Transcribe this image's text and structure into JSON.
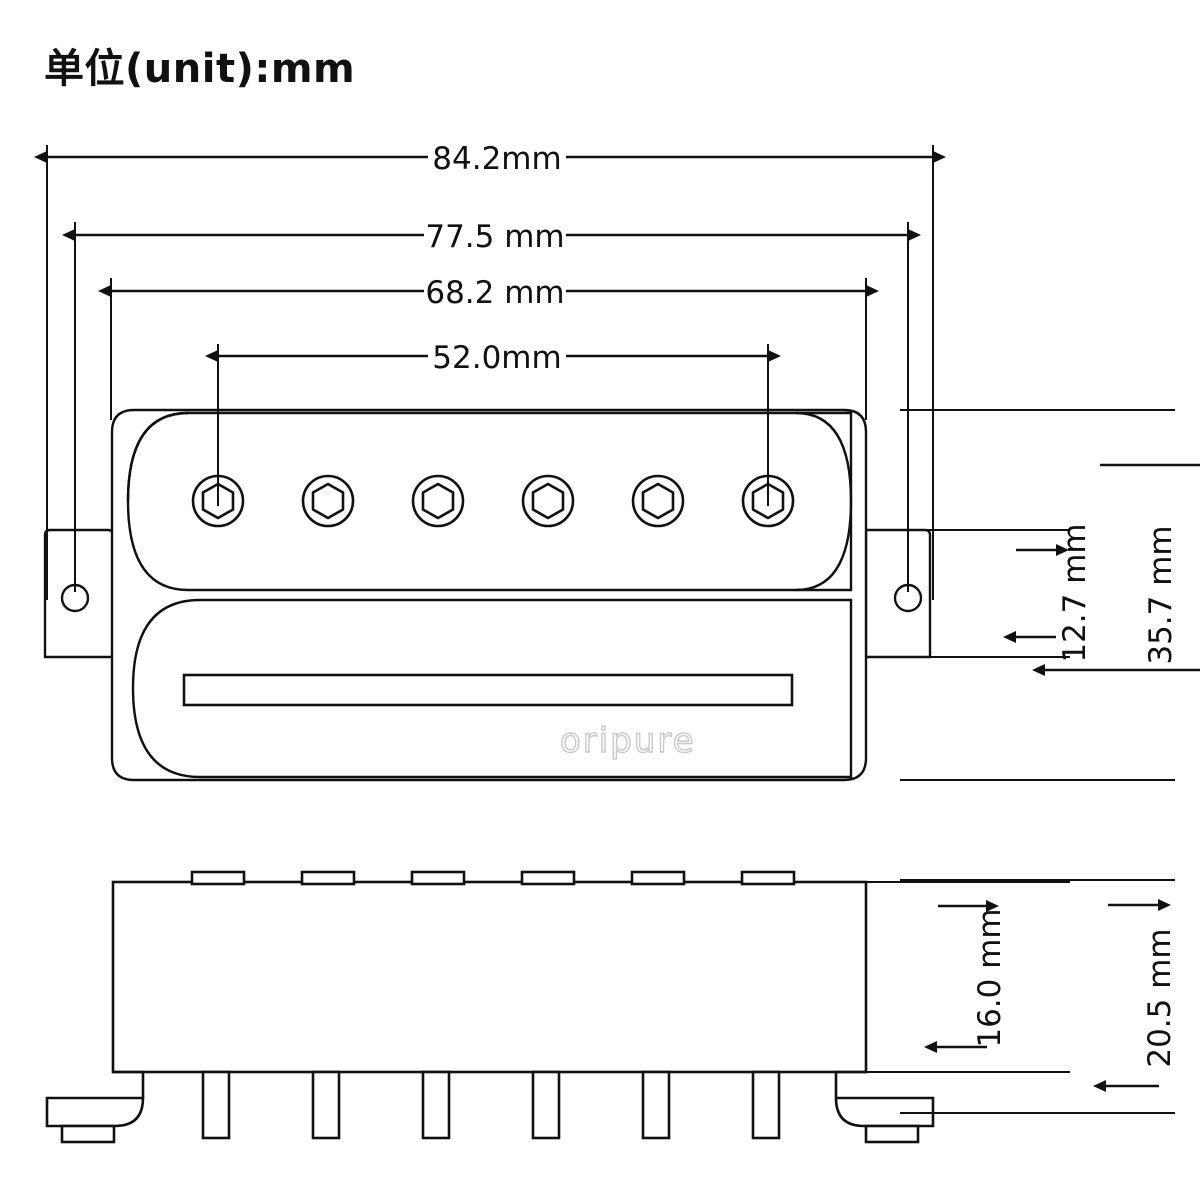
{
  "title": "单位(unit):mm",
  "brand": {
    "logo_text": "oripure"
  },
  "drawing": {
    "type": "technical-dimension-drawing",
    "subject": "humbucker guitar pickup",
    "views": [
      {
        "name": "top-view",
        "label": ""
      },
      {
        "name": "side-view",
        "label": ""
      }
    ],
    "pole_piece_count": 6,
    "mounting_holes": 2
  },
  "dimensions": {
    "horizontal": [
      {
        "name": "overall-width",
        "value": "84.2mm"
      },
      {
        "name": "mounting-hole-spacing",
        "value": "77.5 mm"
      },
      {
        "name": "bobbin-width",
        "value": "68.2 mm"
      },
      {
        "name": "pole-piece-span",
        "value": "52.0mm"
      }
    ],
    "vertical_top_view": [
      {
        "name": "mounting-ear-height",
        "value": "12.7 mm"
      },
      {
        "name": "overall-depth",
        "value": "35.7 mm"
      }
    ],
    "vertical_side_view": [
      {
        "name": "body-height",
        "value": "16.0 mm"
      },
      {
        "name": "overall-height",
        "value": "20.5 mm"
      }
    ]
  },
  "colors": {
    "line": "#111111",
    "logo": "#c9c9c9",
    "background": "#ffffff"
  }
}
